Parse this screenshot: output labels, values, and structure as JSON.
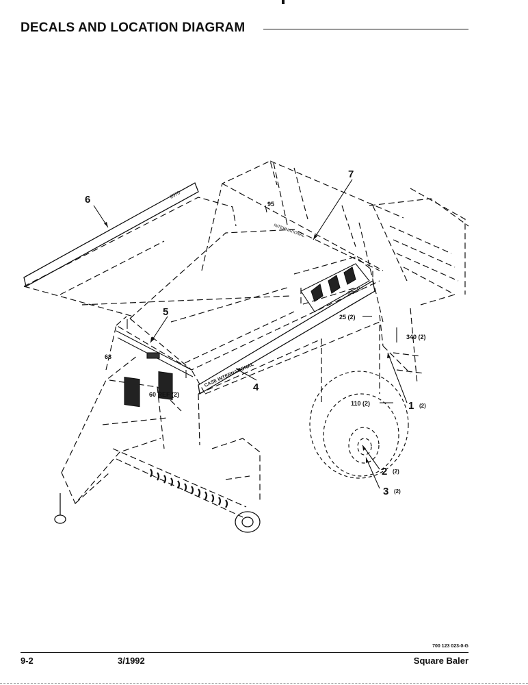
{
  "header": {
    "title": "DECALS AND LOCATION DIAGRAM"
  },
  "diagram": {
    "callouts": [
      {
        "num": "1",
        "qty": "(2)"
      },
      {
        "num": "2",
        "qty": "(2)"
      },
      {
        "num": "3",
        "qty": "(2)"
      },
      {
        "num": "4",
        "qty": ""
      },
      {
        "num": "5",
        "qty": ""
      },
      {
        "num": "6",
        "qty": ""
      },
      {
        "num": "7",
        "qty": ""
      }
    ],
    "dimensions": {
      "d95": "95",
      "d68": "68",
      "d60": "60 REF (2)",
      "d25": "25 (2)",
      "d340": "340 (2)",
      "d110": "110 (2)"
    },
    "decal_text": {
      "side_brand": "CASE INTERNATIONAL",
      "model_small": "8570",
      "model_large": "8570",
      "top_brand": "INTERNATIONAL"
    }
  },
  "footer": {
    "part_number": "700 123 023-0-G",
    "page": "9-2",
    "date": "3/1992",
    "model": "Square Baler"
  }
}
